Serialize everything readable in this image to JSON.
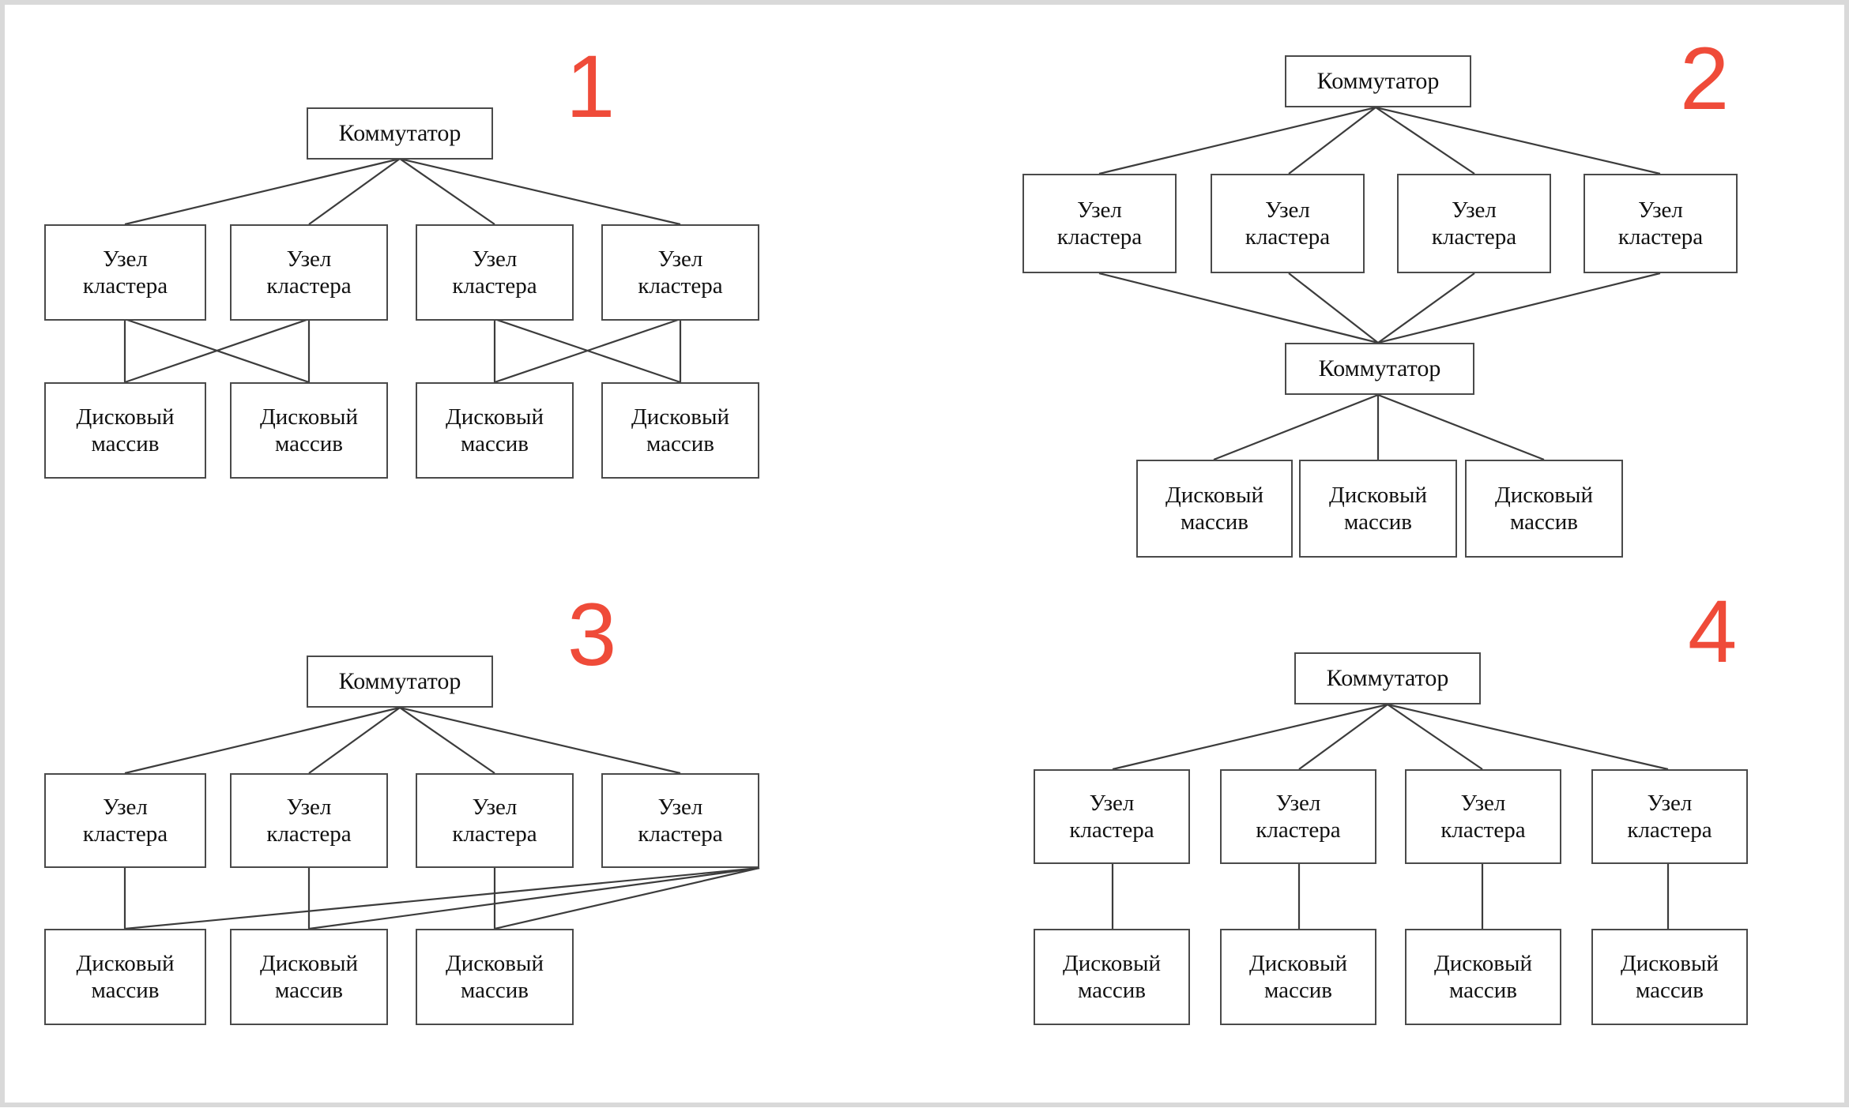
{
  "page": {
    "background": "#ffffff",
    "frame_color": "#d9d9d9",
    "numeral_color": "#ef4b39",
    "box_border_color": "#4a4a4a",
    "link_color": "#3c3c3c"
  },
  "labels": {
    "switch": "Коммутатор",
    "node_line1": "Узел",
    "node_line2": "кластера",
    "disk_line1": "Дисковый",
    "disk_line2": "массив"
  },
  "diagrams": [
    {
      "number": "1",
      "topology": "Коммутатор → 4 узла кластера → 4 дисковых массива (перекрёстные связи парами)",
      "switches": [
        {
          "label": "Коммутатор"
        }
      ],
      "nodes": [
        {
          "line1": "Узел",
          "line2": "кластера"
        },
        {
          "line1": "Узел",
          "line2": "кластера"
        },
        {
          "line1": "Узел",
          "line2": "кластера"
        },
        {
          "line1": "Узел",
          "line2": "кластера"
        }
      ],
      "disks": [
        {
          "line1": "Дисковый",
          "line2": "массив"
        },
        {
          "line1": "Дисковый",
          "line2": "массив"
        },
        {
          "line1": "Дисковый",
          "line2": "массив"
        },
        {
          "line1": "Дисковый",
          "line2": "массив"
        }
      ]
    },
    {
      "number": "2",
      "topology": "Коммутатор → 4 узла кластера → коммутатор → 3 дисковых массива",
      "switches": [
        {
          "label": "Коммутатор"
        },
        {
          "label": "Коммутатор"
        }
      ],
      "nodes": [
        {
          "line1": "Узел",
          "line2": "кластера"
        },
        {
          "line1": "Узел",
          "line2": "кластера"
        },
        {
          "line1": "Узел",
          "line2": "кластера"
        },
        {
          "line1": "Узел",
          "line2": "кластера"
        }
      ],
      "disks": [
        {
          "line1": "Дисковый",
          "line2": "массив"
        },
        {
          "line1": "Дисковый",
          "line2": "массив"
        },
        {
          "line1": "Дисковый",
          "line2": "массив"
        }
      ]
    },
    {
      "number": "3",
      "topology": "Коммутатор → 4 узла кластера → 3 дисковых массива (четвёртый узел связан со всеми массивами)",
      "switches": [
        {
          "label": "Коммутатор"
        }
      ],
      "nodes": [
        {
          "line1": "Узел",
          "line2": "кластера"
        },
        {
          "line1": "Узел",
          "line2": "кластера"
        },
        {
          "line1": "Узел",
          "line2": "кластера"
        },
        {
          "line1": "Узел",
          "line2": "кластера"
        }
      ],
      "disks": [
        {
          "line1": "Дисковый",
          "line2": "массив"
        },
        {
          "line1": "Дисковый",
          "line2": "массив"
        },
        {
          "line1": "Дисковый",
          "line2": "массив"
        }
      ]
    },
    {
      "number": "4",
      "topology": "Коммутатор → 4 узла кластера → 4 дисковых массива (прямые связи)",
      "switches": [
        {
          "label": "Коммутатор"
        }
      ],
      "nodes": [
        {
          "line1": "Узел",
          "line2": "кластера"
        },
        {
          "line1": "Узел",
          "line2": "кластера"
        },
        {
          "line1": "Узел",
          "line2": "кластера"
        },
        {
          "line1": "Узел",
          "line2": "кластера"
        }
      ],
      "disks": [
        {
          "line1": "Дисковый",
          "line2": "массив"
        },
        {
          "line1": "Дисковый",
          "line2": "массив"
        },
        {
          "line1": "Дисковый",
          "line2": "массив"
        },
        {
          "line1": "Дисковый",
          "line2": "массив"
        }
      ]
    }
  ]
}
